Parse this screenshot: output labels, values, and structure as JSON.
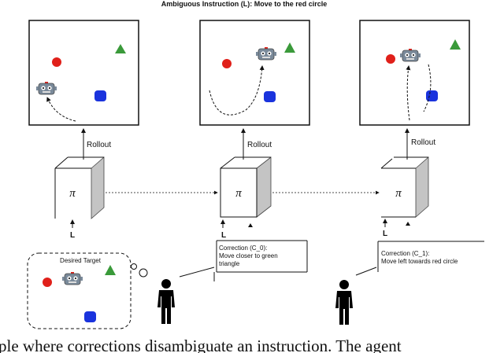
{
  "title": "Ambiguous Instruction (L): Move to the red circle",
  "rollout_label": "Rollout",
  "policy_symbol": "π",
  "instruction_symbol": "L",
  "desired_target_label": "Desired Target",
  "corrections": [
    {
      "label": "Correction (C_0):",
      "text_line1": "Move closer to green",
      "text_line2": "triangle"
    },
    {
      "label": "Correction (C_1):",
      "text_line1": "Move left towards red circle",
      "text_line2": ""
    }
  ],
  "caption": "ple where corrections disambiguate an instruction. The agent",
  "colors": {
    "red": "#e0201a",
    "green": "#3a9a3a",
    "blue": "#1a33dd",
    "robot": "#7a8a9a"
  },
  "icons": [
    "robot-icon",
    "person-icon",
    "thought-bubble-icon"
  ]
}
